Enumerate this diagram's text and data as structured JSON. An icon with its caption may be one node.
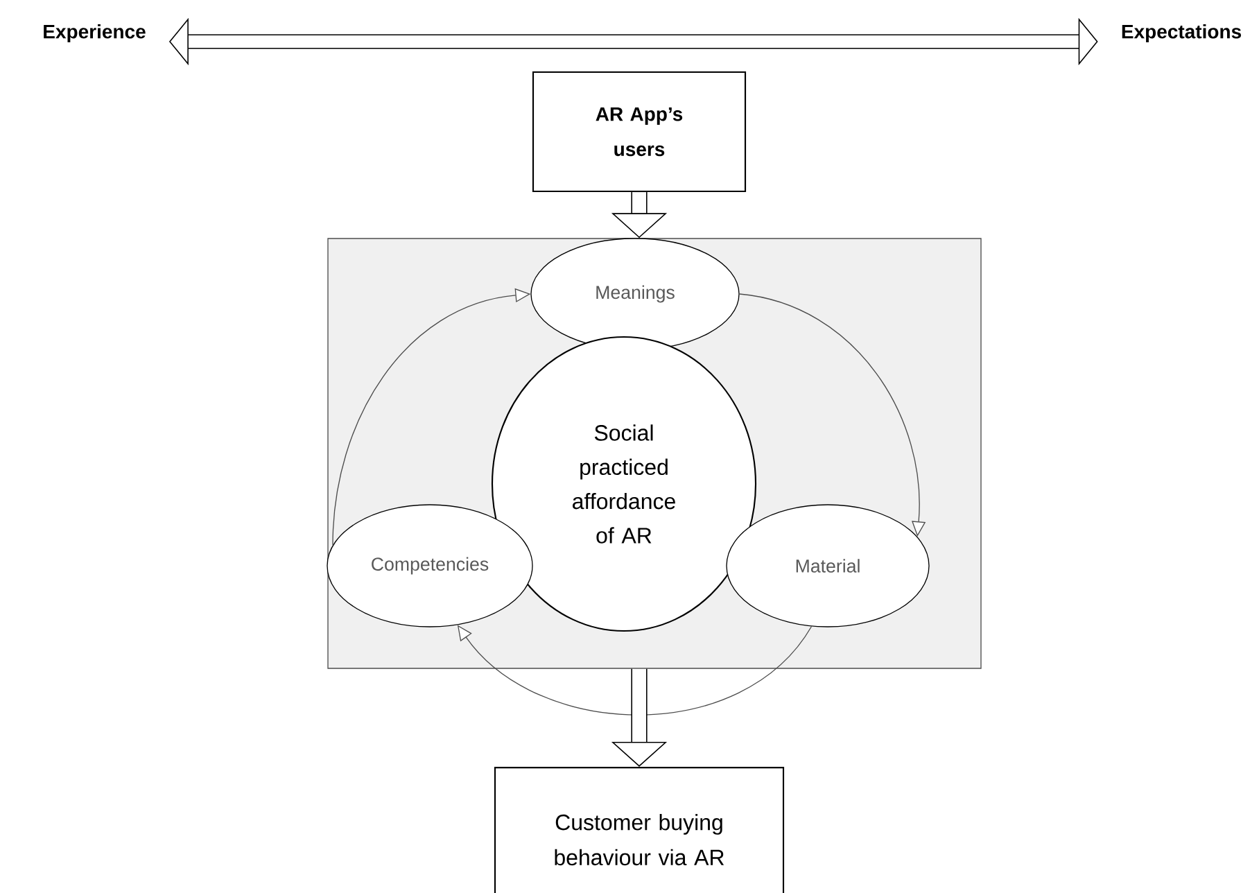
{
  "diagram": {
    "nodes": [
      {
        "text": [
          "Experience"
        ]
      },
      {
        "text": [
          "Expectations"
        ]
      },
      {
        "text": [
          "AR App’s users"
        ]
      },
      {
        "text": [],
        "shape": "box"
      },
      {
        "text": [
          "Meanings"
        ],
        "in": 3
      },
      {
        "text": [
          "Social practiced affordance of AR"
        ],
        "in": 3
      },
      {
        "text": [
          "Competencies"
        ],
        "in": 3
      },
      {
        "text": [
          "Material"
        ],
        "in": 3
      },
      {
        "text": [
          "Customer buying behaviour via AR"
        ]
      }
    ],
    "edges": [
      {
        "from": 0,
        "to": 1,
        "arrow": "both",
        "style": "thick"
      },
      {
        "from": 2,
        "to": 3,
        "arrow": "to",
        "style": "thick"
      },
      {
        "from": 4,
        "to": 7,
        "arrow": "to"
      },
      {
        "from": 7,
        "to": 6,
        "arrow": "to"
      },
      {
        "from": 6,
        "to": 4,
        "arrow": "to"
      },
      {
        "from": 3,
        "to": 8,
        "arrow": "to",
        "style": "thick"
      }
    ]
  }
}
